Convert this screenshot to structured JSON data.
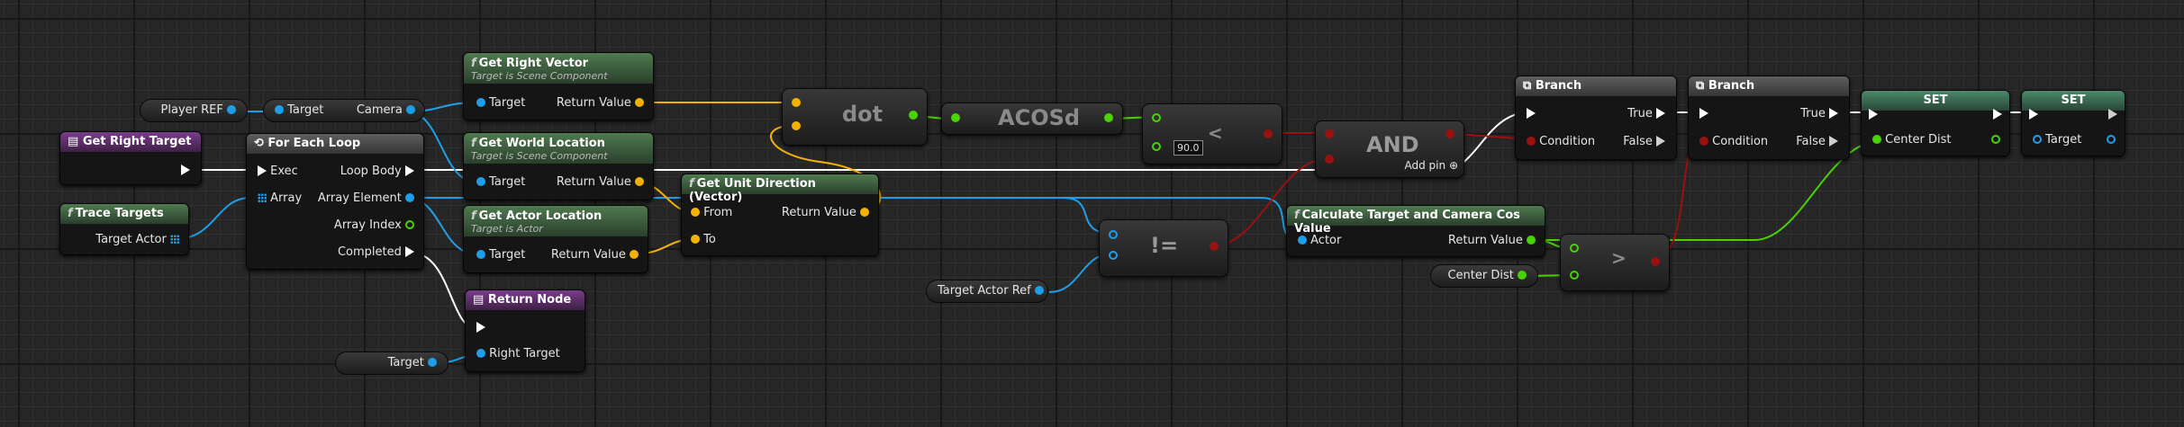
{
  "graph": {
    "background": "#262626"
  },
  "nodes": {
    "get_right_target": {
      "title": "Get Right Target"
    },
    "trace_targets": {
      "title": "Trace Targets",
      "pin": "Target Actor"
    },
    "player_ref": {
      "label": "Player REF"
    },
    "target_camera": {
      "in": "Target",
      "out": "Camera"
    },
    "for_each": {
      "title": "For Each Loop",
      "exec": "Exec",
      "array": "Array",
      "loop_body": "Loop Body",
      "array_element": "Array Element",
      "array_index": "Array Index",
      "completed": "Completed"
    },
    "get_right_vector": {
      "title": "Get Right Vector",
      "subtitle": "Target is Scene Component",
      "target": "Target",
      "ret": "Return Value"
    },
    "get_world_location": {
      "title": "Get World Location",
      "subtitle": "Target is Scene Component",
      "target": "Target",
      "ret": "Return Value"
    },
    "get_actor_location": {
      "title": "Get Actor Location",
      "subtitle": "Target is Actor",
      "target": "Target",
      "ret": "Return Value"
    },
    "get_unit_direction": {
      "title": "Get Unit Direction (Vector)",
      "from": "From",
      "to": "To",
      "ret": "Return Value"
    },
    "dot": {
      "label": "dot"
    },
    "acosd": {
      "label": "ACOSd"
    },
    "less": {
      "label": "<",
      "value": "90.0"
    },
    "and": {
      "label": "AND",
      "add_pin": "Add pin"
    },
    "not_equal": {
      "label": "!="
    },
    "target_actor_ref": {
      "label": "Target Actor Ref"
    },
    "calc": {
      "title": "Calculate Target and Camera Cos Value",
      "actor": "Actor",
      "ret": "Return Value"
    },
    "center_dist": {
      "label": "Center Dist"
    },
    "greater": {
      "label": ">"
    },
    "branch1": {
      "title": "Branch",
      "condition": "Condition",
      "true_label": "True",
      "false_label": "False"
    },
    "branch2": {
      "title": "Branch",
      "condition": "Condition",
      "true_label": "True",
      "false_label": "False"
    },
    "set1": {
      "title": "SET",
      "pin": "Center Dist"
    },
    "set2": {
      "title": "SET",
      "pin": "Target"
    },
    "return_node": {
      "title": "Return Node",
      "pin": "Right Target"
    },
    "target_bottom": {
      "label": "Target"
    }
  },
  "colors": {
    "object": "#1e9ee8",
    "vector": "#f4b200",
    "float": "#4ad100",
    "bool": "#9a1111",
    "exec": "#ffffff"
  }
}
